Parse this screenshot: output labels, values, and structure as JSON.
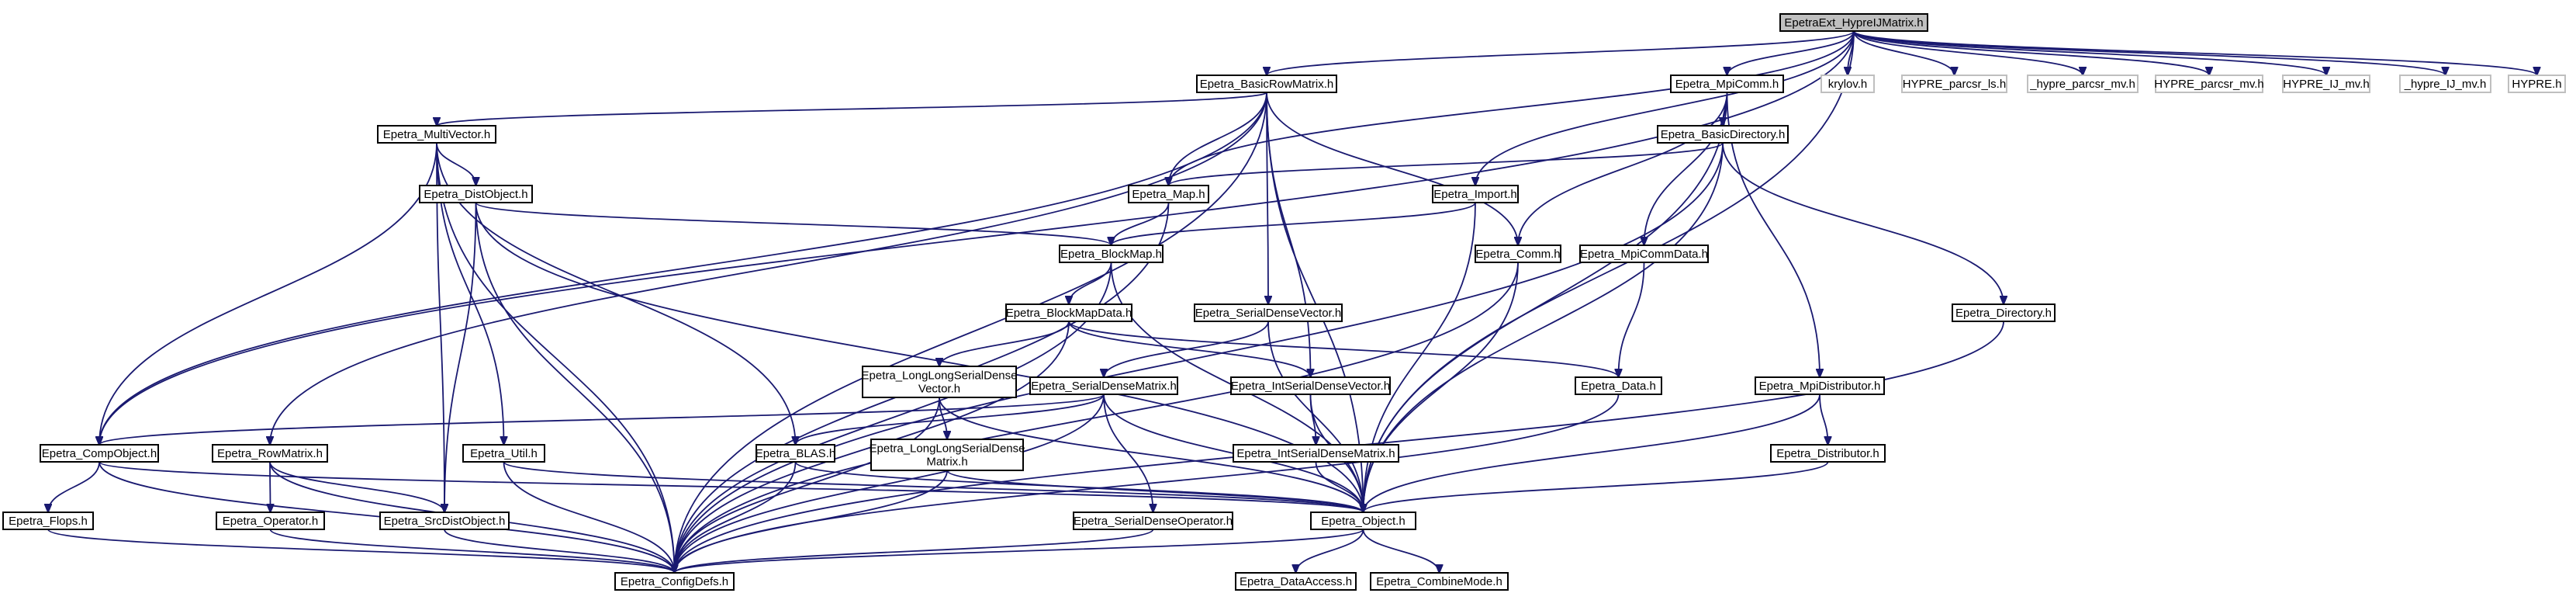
{
  "graph": {
    "title": "EpetraExt_HypreIJMatrix.h",
    "nodes": [
      {
        "id": "root",
        "label": "EpetraExt_HypreIJMatrix.h",
        "kind": "root"
      },
      {
        "id": "brm",
        "label": "Epetra_BasicRowMatrix.h"
      },
      {
        "id": "mpicomm",
        "label": "Epetra_MpiComm.h"
      },
      {
        "id": "krylov",
        "label": "krylov.h",
        "kind": "ext"
      },
      {
        "id": "hpls",
        "label": "HYPRE_parcsr_ls.h",
        "kind": "ext"
      },
      {
        "id": "hpmv_",
        "label": "_hypre_parcsr_mv.h",
        "kind": "ext"
      },
      {
        "id": "hpmv",
        "label": "HYPRE_parcsr_mv.h",
        "kind": "ext"
      },
      {
        "id": "hij",
        "label": "HYPRE_IJ_mv.h",
        "kind": "ext"
      },
      {
        "id": "hij_",
        "label": "_hypre_IJ_mv.h",
        "kind": "ext"
      },
      {
        "id": "hypre",
        "label": "HYPRE.h",
        "kind": "ext"
      },
      {
        "id": "multivector",
        "label": "Epetra_MultiVector.h"
      },
      {
        "id": "basicdir",
        "label": "Epetra_BasicDirectory.h"
      },
      {
        "id": "distobject",
        "label": "Epetra_DistObject.h"
      },
      {
        "id": "map",
        "label": "Epetra_Map.h"
      },
      {
        "id": "import",
        "label": "Epetra_Import.h"
      },
      {
        "id": "blockmap",
        "label": "Epetra_BlockMap.h"
      },
      {
        "id": "comm",
        "label": "Epetra_Comm.h"
      },
      {
        "id": "mpicommdata",
        "label": "Epetra_MpiCommData.h"
      },
      {
        "id": "blockmapdata",
        "label": "Epetra_BlockMapData.h"
      },
      {
        "id": "sdv",
        "label": "Epetra_SerialDenseVector.h"
      },
      {
        "id": "directory",
        "label": "Epetra_Directory.h"
      },
      {
        "id": "llsdv",
        "label": "Epetra_LongLongSerialDense\nVector.h"
      },
      {
        "id": "sdm",
        "label": "Epetra_SerialDenseMatrix.h"
      },
      {
        "id": "isdv",
        "label": "Epetra_IntSerialDenseVector.h"
      },
      {
        "id": "data",
        "label": "Epetra_Data.h"
      },
      {
        "id": "mpidist",
        "label": "Epetra_MpiDistributor.h"
      },
      {
        "id": "compobject",
        "label": "Epetra_CompObject.h"
      },
      {
        "id": "rowmatrix",
        "label": "Epetra_RowMatrix.h"
      },
      {
        "id": "util",
        "label": "Epetra_Util.h"
      },
      {
        "id": "blas",
        "label": "Epetra_BLAS.h"
      },
      {
        "id": "llsdm",
        "label": "Epetra_LongLongSerialDense\nMatrix.h"
      },
      {
        "id": "isdm",
        "label": "Epetra_IntSerialDenseMatrix.h"
      },
      {
        "id": "distributor",
        "label": "Epetra_Distributor.h"
      },
      {
        "id": "flops",
        "label": "Epetra_Flops.h"
      },
      {
        "id": "operator",
        "label": "Epetra_Operator.h"
      },
      {
        "id": "srcdist",
        "label": "Epetra_SrcDistObject.h"
      },
      {
        "id": "sdop",
        "label": "Epetra_SerialDenseOperator.h"
      },
      {
        "id": "object",
        "label": "Epetra_Object.h"
      },
      {
        "id": "configdefs",
        "label": "Epetra_ConfigDefs.h"
      },
      {
        "id": "dataaccess",
        "label": "Epetra_DataAccess.h"
      },
      {
        "id": "combinemode",
        "label": "Epetra_CombineMode.h"
      }
    ],
    "edges": [
      [
        "root",
        "brm"
      ],
      [
        "root",
        "mpicomm"
      ],
      [
        "root",
        "krylov"
      ],
      [
        "root",
        "hpls"
      ],
      [
        "root",
        "hpmv_"
      ],
      [
        "root",
        "hpmv"
      ],
      [
        "root",
        "hij"
      ],
      [
        "root",
        "hij_"
      ],
      [
        "root",
        "hypre"
      ],
      [
        "root",
        "map"
      ],
      [
        "root",
        "import"
      ],
      [
        "root",
        "compobject"
      ],
      [
        "root",
        "object"
      ],
      [
        "brm",
        "multivector"
      ],
      [
        "brm",
        "map"
      ],
      [
        "brm",
        "compobject"
      ],
      [
        "brm",
        "rowmatrix"
      ],
      [
        "brm",
        "configdefs"
      ],
      [
        "brm",
        "sdv"
      ],
      [
        "brm",
        "isdv"
      ],
      [
        "brm",
        "object"
      ],
      [
        "brm",
        "comm"
      ],
      [
        "mpicomm",
        "basicdir"
      ],
      [
        "mpicomm",
        "comm"
      ],
      [
        "mpicomm",
        "mpicommdata"
      ],
      [
        "mpicomm",
        "mpidist"
      ],
      [
        "mpicomm",
        "object"
      ],
      [
        "multivector",
        "distobject"
      ],
      [
        "multivector",
        "compobject"
      ],
      [
        "multivector",
        "blas"
      ],
      [
        "multivector",
        "util"
      ],
      [
        "multivector",
        "configdefs"
      ],
      [
        "multivector",
        "srcdist"
      ],
      [
        "basicdir",
        "map"
      ],
      [
        "basicdir",
        "directory"
      ],
      [
        "basicdir",
        "object"
      ],
      [
        "basicdir",
        "configdefs"
      ],
      [
        "distobject",
        "blockmap"
      ],
      [
        "distobject",
        "srcdist"
      ],
      [
        "distobject",
        "object"
      ],
      [
        "distobject",
        "configdefs"
      ],
      [
        "map",
        "blockmap"
      ],
      [
        "map",
        "configdefs"
      ],
      [
        "import",
        "blockmap"
      ],
      [
        "import",
        "object"
      ],
      [
        "blockmap",
        "blockmapdata"
      ],
      [
        "blockmap",
        "object"
      ],
      [
        "blockmap",
        "configdefs"
      ],
      [
        "comm",
        "object"
      ],
      [
        "comm",
        "configdefs"
      ],
      [
        "mpicommdata",
        "data"
      ],
      [
        "blockmapdata",
        "llsdv"
      ],
      [
        "blockmapdata",
        "isdv"
      ],
      [
        "blockmapdata",
        "data"
      ],
      [
        "blockmapdata",
        "configdefs"
      ],
      [
        "sdv",
        "sdm"
      ],
      [
        "sdv",
        "object"
      ],
      [
        "directory",
        "configdefs"
      ],
      [
        "llsdv",
        "llsdm"
      ],
      [
        "llsdv",
        "object"
      ],
      [
        "llsdv",
        "configdefs"
      ],
      [
        "sdm",
        "compobject"
      ],
      [
        "sdm",
        "blas"
      ],
      [
        "sdm",
        "sdop"
      ],
      [
        "sdm",
        "object"
      ],
      [
        "sdm",
        "configdefs"
      ],
      [
        "isdv",
        "isdm"
      ],
      [
        "isdv",
        "object"
      ],
      [
        "data",
        "configdefs"
      ],
      [
        "mpidist",
        "distributor"
      ],
      [
        "mpidist",
        "object"
      ],
      [
        "compobject",
        "flops"
      ],
      [
        "compobject",
        "object"
      ],
      [
        "compobject",
        "configdefs"
      ],
      [
        "rowmatrix",
        "operator"
      ],
      [
        "rowmatrix",
        "srcdist"
      ],
      [
        "rowmatrix",
        "configdefs"
      ],
      [
        "util",
        "object"
      ],
      [
        "util",
        "configdefs"
      ],
      [
        "blas",
        "object"
      ],
      [
        "blas",
        "configdefs"
      ],
      [
        "llsdm",
        "object"
      ],
      [
        "llsdm",
        "configdefs"
      ],
      [
        "isdm",
        "object"
      ],
      [
        "distributor",
        "object"
      ],
      [
        "flops",
        "configdefs"
      ],
      [
        "operator",
        "configdefs"
      ],
      [
        "srcdist",
        "configdefs"
      ],
      [
        "sdop",
        "configdefs"
      ],
      [
        "object",
        "configdefs"
      ],
      [
        "object",
        "dataaccess"
      ],
      [
        "object",
        "combinemode"
      ]
    ]
  },
  "colors": {
    "edge": "#191970",
    "node_border": "#000000",
    "external_border": "#bfbfbf",
    "root_fill": "#bfbfbf",
    "background": "#ffffff"
  }
}
